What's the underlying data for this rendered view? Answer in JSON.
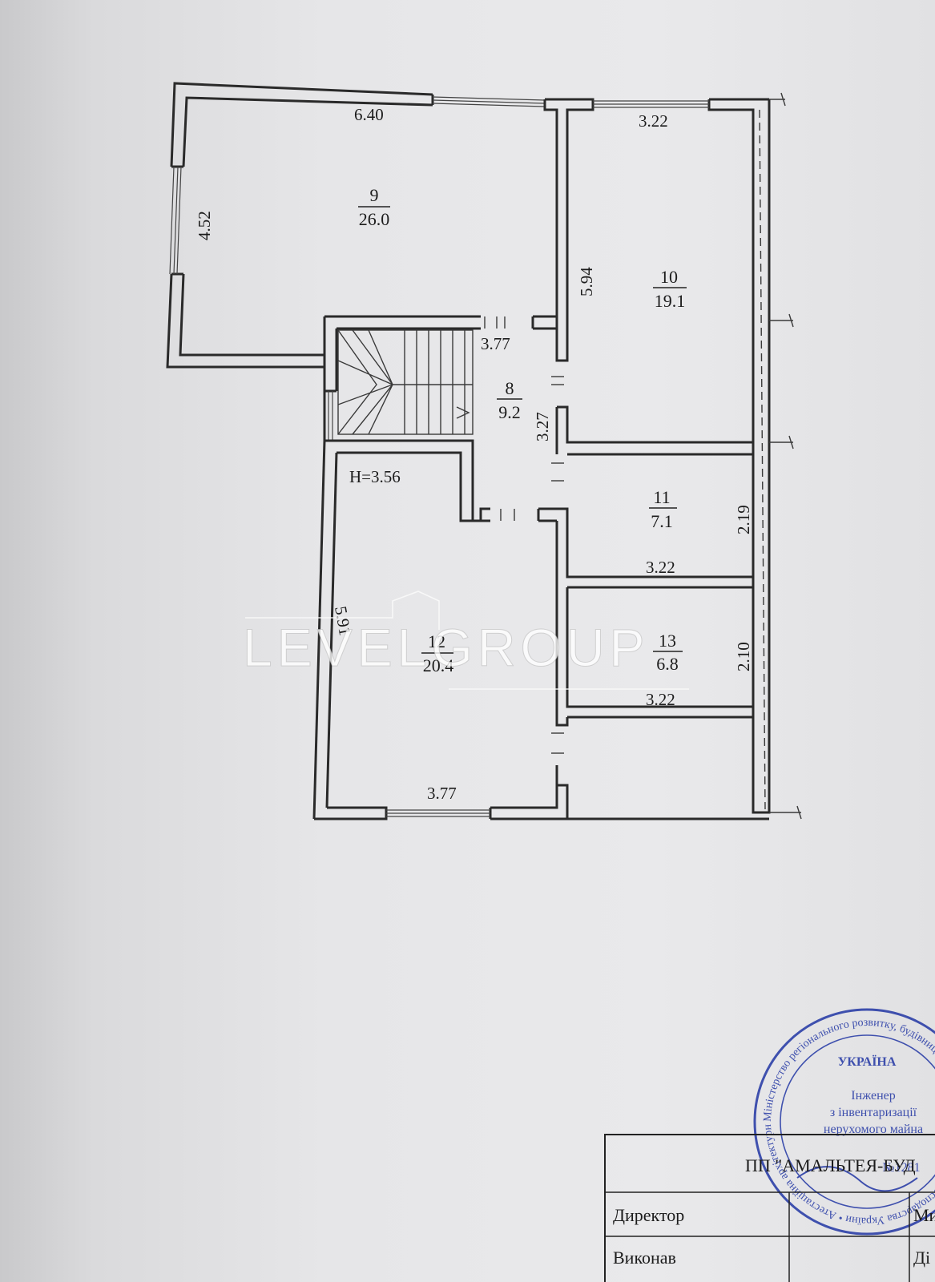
{
  "plan": {
    "height_label": "H=3.56",
    "rooms": [
      {
        "number": "9",
        "area": "26.0"
      },
      {
        "number": "10",
        "area": "19.1"
      },
      {
        "number": "8",
        "area": "9.2"
      },
      {
        "number": "11",
        "area": "7.1"
      },
      {
        "number": "12",
        "area": "20.4"
      },
      {
        "number": "13",
        "area": "6.8"
      }
    ],
    "dimensions": {
      "d640": "6.40",
      "d452": "4.52",
      "d322_top": "3.22",
      "d594": "5.94",
      "d377_mid": "3.77",
      "d327": "3.27",
      "d219": "2.19",
      "d322_r11": "3.22",
      "d591": "5.91",
      "d210": "2.10",
      "d322_r13": "3.22",
      "d377_bottom": "3.77"
    }
  },
  "watermark": "LEVELGROUP",
  "stamp": {
    "ring_text": "Міністерство регіонального розвитку, будівництва та житлово-комунального господарства України • Атестаційна архітектурно-будівельна",
    "country": "УКРАЇНА",
    "line1": "Інженер",
    "line2": "з інвентаризації",
    "line3": "нерухомого майна",
    "cert": "№1281"
  },
  "title_block": {
    "company": "ПП \"АМАЛЬТЕЯ-БУД",
    "row1_label": "Директор",
    "row1_value": "Ми",
    "row2_label": "Виконав",
    "row2_value": "Ді"
  }
}
